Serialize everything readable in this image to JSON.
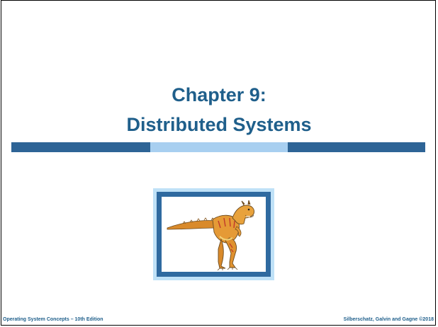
{
  "slide": {
    "title_line1": "Chapter 9:",
    "title_line2": "Distributed Systems",
    "footer_left": "Operating System Concepts – 10th Edition",
    "footer_right": "Silberschatz, Galvin and Gagne ©2018"
  },
  "colors": {
    "title": "#1f5f8b",
    "rule_dark": "#2e6496",
    "rule_light": "#a8cff0",
    "frame_inner": "#2f6aa0",
    "frame_outer": "#bfe1f7"
  },
  "image": {
    "icon": "dinosaur-icon"
  }
}
